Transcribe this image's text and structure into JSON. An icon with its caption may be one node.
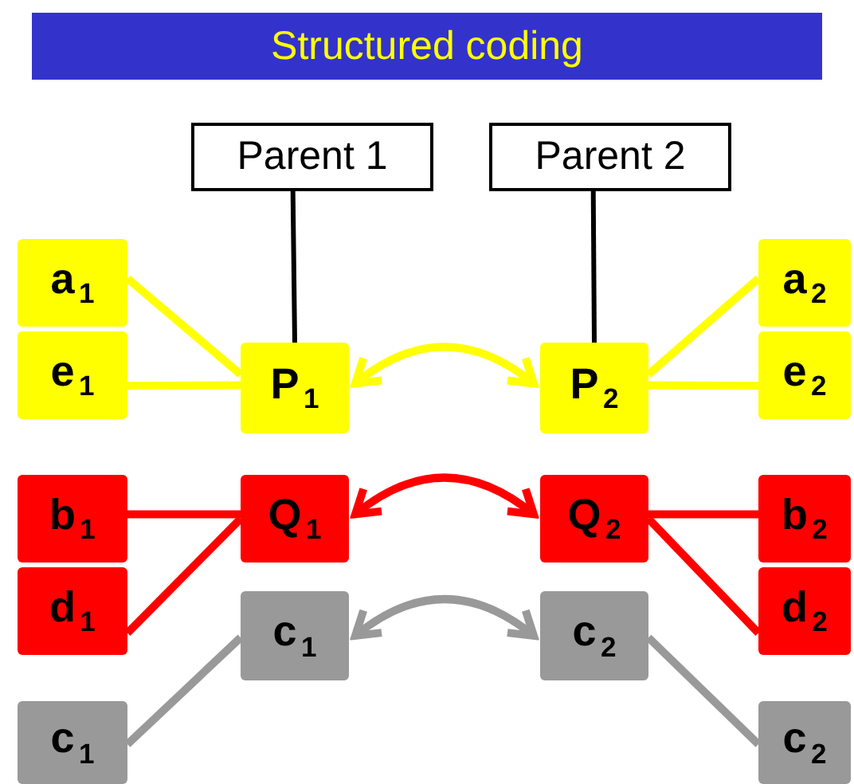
{
  "diagram": {
    "title": "Structured coding",
    "nodes": [
      {
        "text": [
          "Parent 1"
        ]
      },
      {
        "text": [
          "Parent 2"
        ]
      },
      {
        "text": [
          "a$_{1}$"
        ]
      },
      {
        "text": [
          "a$_{2}$"
        ]
      },
      {
        "text": [
          "e$_{1}$"
        ]
      },
      {
        "text": [
          "P$_{1}$"
        ]
      },
      {
        "text": [
          "P$_{2}$"
        ]
      },
      {
        "text": [
          "e$_{2}$"
        ]
      },
      {
        "text": [
          "b$_{1}$"
        ]
      },
      {
        "text": [
          "Q$_{1}$"
        ]
      },
      {
        "text": [
          "Q$_{2}$"
        ]
      },
      {
        "text": [
          "b$_{2}$"
        ]
      },
      {
        "text": [
          "d$_{1}$"
        ]
      },
      {
        "text": [
          "c$_{1}$"
        ]
      },
      {
        "text": [
          "c$_{2}$"
        ]
      },
      {
        "text": [
          "d$_{2}$"
        ]
      },
      {
        "text": [
          "c$_{1}$"
        ]
      },
      {
        "text": [
          "c$_{2}$"
        ]
      }
    ],
    "edges": [
      {
        "from": 0,
        "to": 5,
        "arrow": "none",
        "color": "#000000"
      },
      {
        "from": 1,
        "to": 6,
        "arrow": "none",
        "color": "#000000"
      },
      {
        "from": 2,
        "to": 5,
        "arrow": "none",
        "color": "#ffff00"
      },
      {
        "from": 4,
        "to": 5,
        "arrow": "none",
        "color": "#ffff00"
      },
      {
        "from": 5,
        "to": 6,
        "arrow": "both",
        "color": "#ffff00"
      },
      {
        "from": 6,
        "to": 3,
        "arrow": "none",
        "color": "#ffff00"
      },
      {
        "from": 6,
        "to": 7,
        "arrow": "none",
        "color": "#ffff00"
      },
      {
        "from": 8,
        "to": 9,
        "arrow": "none",
        "color": "#ff0000"
      },
      {
        "from": 12,
        "to": 9,
        "arrow": "none",
        "color": "#ff0000"
      },
      {
        "from": 9,
        "to": 10,
        "arrow": "both",
        "color": "#ff0000"
      },
      {
        "from": 10,
        "to": 11,
        "arrow": "none",
        "color": "#ff0000"
      },
      {
        "from": 10,
        "to": 15,
        "arrow": "none",
        "color": "#ff0000"
      },
      {
        "from": 13,
        "to": 14,
        "arrow": "both",
        "color": "#999999"
      },
      {
        "from": 16,
        "to": 13,
        "arrow": "none",
        "color": "#999999"
      },
      {
        "from": 14,
        "to": 17,
        "arrow": "none",
        "color": "#999999"
      }
    ]
  }
}
